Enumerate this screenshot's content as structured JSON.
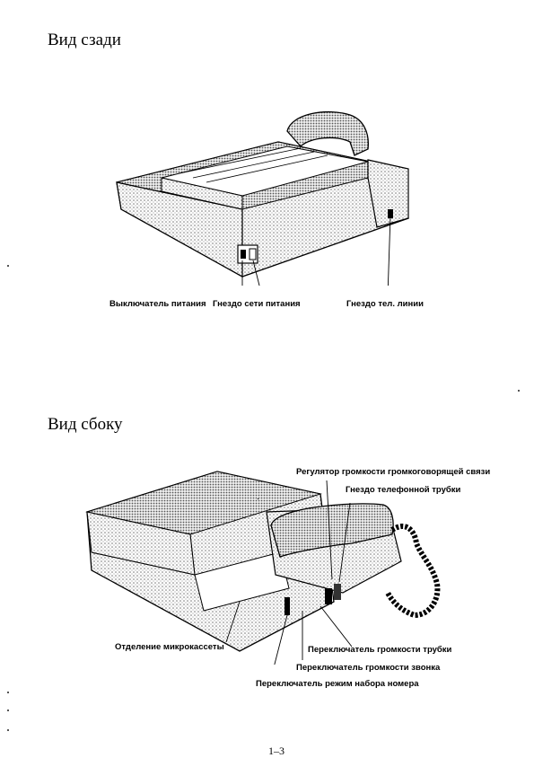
{
  "rear_view": {
    "heading": "Вид сзади",
    "labels": {
      "power_switch": "Выключатель питания",
      "power_socket": "Гнездо сети питания",
      "line_jack": "Гнездо тел. линии"
    }
  },
  "side_view": {
    "heading": "Вид сбоку",
    "labels": {
      "speaker_volume": "Регулятор громкости громкоговорящей связи",
      "handset_jack": "Гнездо телефонной трубки",
      "microcassette": "Отделение микрокассеты",
      "handset_volume_switch": "Переключатель громкости трубки",
      "ringer_volume_switch": "Переключатель громкости звонка",
      "dial_mode_switch": "Переключатель режим набора номера"
    }
  },
  "page_number": "1–3"
}
